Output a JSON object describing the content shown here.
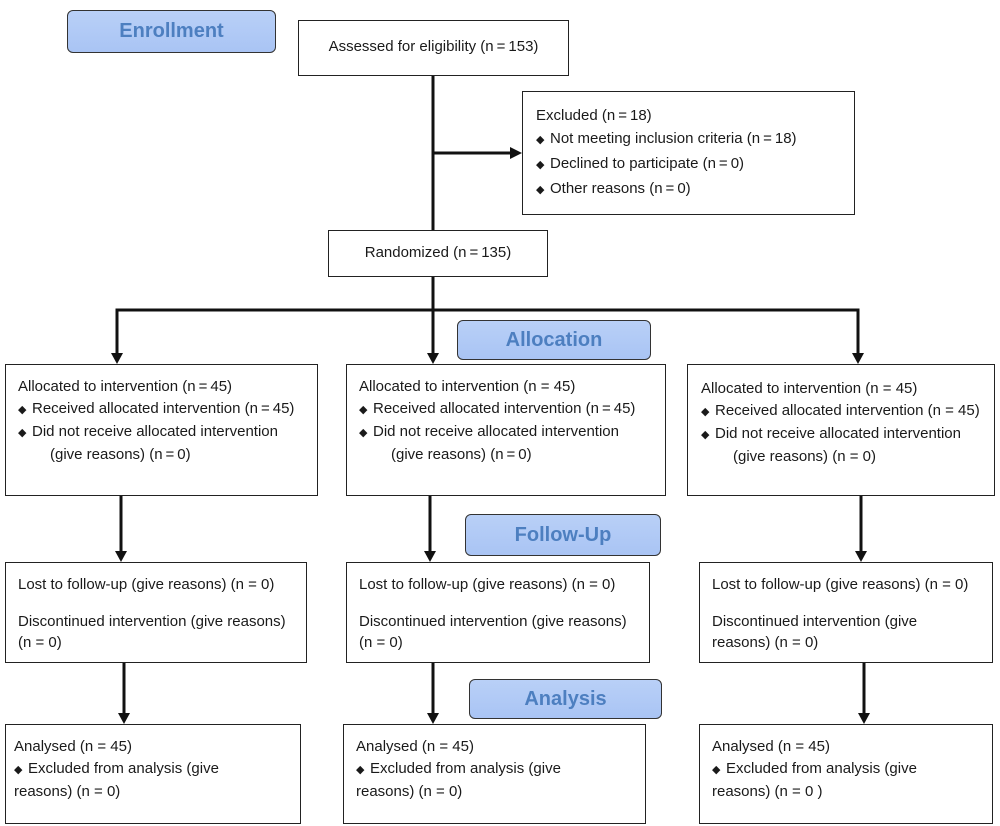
{
  "stages": {
    "enrollment": "Enrollment",
    "allocation": "Allocation",
    "followup": "Follow-Up",
    "analysis": "Analysis"
  },
  "assessed": "Assessed for eligibility (n = 153)",
  "excluded": {
    "title": "Excluded (n = 18)",
    "items": [
      "Not meeting inclusion criteria (n = 18)",
      "Declined to participate (n = 0)",
      "Other reasons (n = 0)"
    ]
  },
  "randomized": "Randomized (n = 135)",
  "bullet": "◆",
  "arms": [
    {
      "allocation": {
        "title": "Allocated to intervention (n = 45)",
        "received": "Received allocated intervention (n = 45)",
        "not_received": "Did not receive allocated intervention",
        "not_received_reason": "(give reasons) (n = 0)"
      },
      "followup": {
        "lost": "Lost to follow-up (give reasons) (n = 0)",
        "discontinued_1": "Discontinued intervention (give reasons)",
        "discontinued_2": "(n = 0)"
      },
      "analysis": {
        "analysed": "Analysed (n = 45)",
        "excluded_1": "Excluded from analysis (give",
        "excluded_2": "reasons) (n = 0)"
      }
    },
    {
      "allocation": {
        "title": "Allocated to intervention (n = 45)",
        "received": "Received allocated intervention (n = 45)",
        "not_received": "Did not receive allocated intervention",
        "not_received_reason": "(give reasons) (n = 0)"
      },
      "followup": {
        "lost": "Lost to follow-up (give reasons) (n = 0)",
        "discontinued_1": "Discontinued intervention (give reasons)",
        "discontinued_2": "(n = 0)"
      },
      "analysis": {
        "analysed": "Analysed (n = 45)",
        "excluded_1": "Excluded from analysis (give",
        "excluded_2": "reasons) (n = 0)"
      }
    },
    {
      "allocation": {
        "title": "Allocated to intervention (n = 45)",
        "received": "Received allocated intervention (n = 45)",
        "not_received": "Did not receive allocated intervention",
        "not_received_reason": "(give reasons) (n = 0)"
      },
      "followup": {
        "lost": "Lost to follow-up (give reasons) (n = 0)",
        "discontinued_1": "Discontinued intervention (give",
        "discontinued_2": "reasons) (n = 0)"
      },
      "analysis": {
        "analysed": "Analysed (n = 45)",
        "excluded_1": "Excluded from analysis (give",
        "excluded_2": "reasons) (n = 0 )"
      }
    }
  ]
}
